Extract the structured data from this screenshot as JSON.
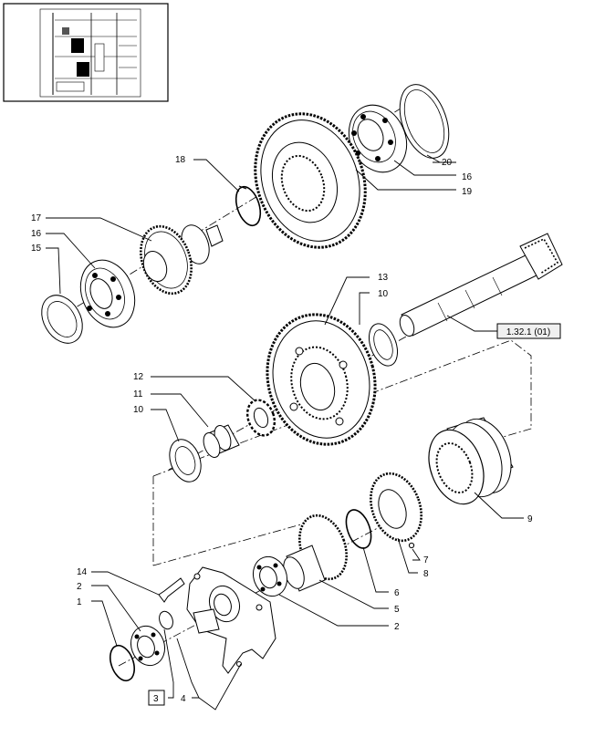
{
  "labels": {
    "l20": "20",
    "l16a": "16",
    "l19": "19",
    "l18": "18",
    "l17": "17",
    "l16b": "16",
    "l15": "15",
    "l13": "13",
    "l10a": "10",
    "ref": "1.32.1 (01)",
    "l12": "12",
    "l11": "11",
    "l10b": "10",
    "l9": "9",
    "l7": "7",
    "l8": "8",
    "l6": "6",
    "l5": "5",
    "l2a": "2",
    "l14": "14",
    "l2b": "2",
    "l1": "1",
    "l3": "3",
    "l4": "4"
  },
  "icons": [
    "inset-thumbnail",
    "gear",
    "bearing",
    "snap-ring",
    "shaft",
    "needle-cage",
    "housing-bracket"
  ]
}
